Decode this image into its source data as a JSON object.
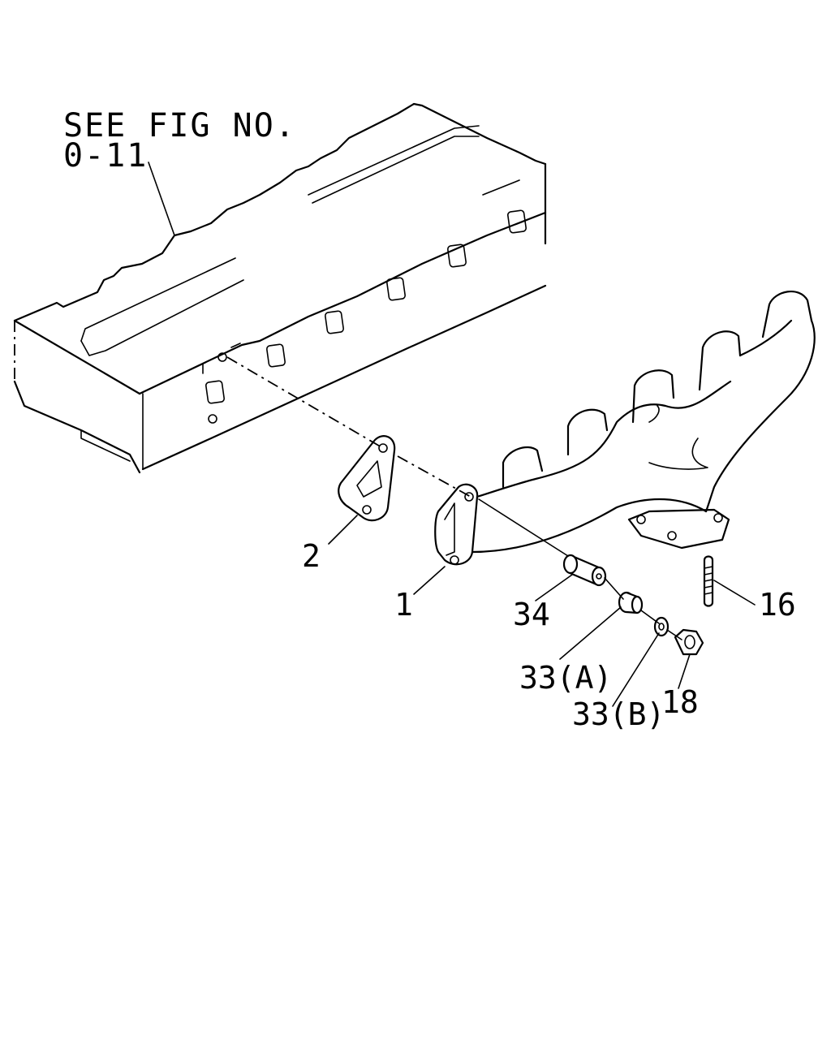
{
  "reference_note": {
    "line1": "SEE FIG NO.",
    "line2": "0-11"
  },
  "callouts": {
    "exhaust_manifold": "1",
    "manifold_gasket": "2",
    "stud": "16",
    "nut": "18",
    "spacer_a": "33(A)",
    "washer_b": "33(B)",
    "sleeve": "34"
  }
}
